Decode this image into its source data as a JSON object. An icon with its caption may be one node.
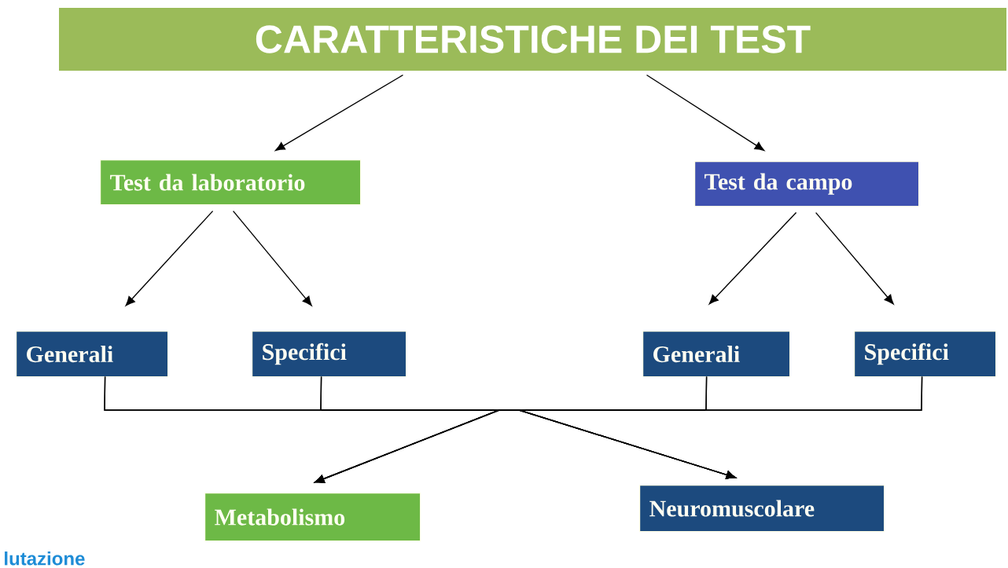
{
  "diagram": {
    "nodes": [
      {
        "text": [
          "CARATTERISTICHE DEI TEST"
        ]
      },
      {
        "text": [
          "Test da laboratorio"
        ]
      },
      {
        "text": [
          "Test da campo"
        ]
      },
      {
        "text": [
          "Generali"
        ]
      },
      {
        "text": [
          "Specifici"
        ]
      },
      {
        "text": [
          "Generali"
        ]
      },
      {
        "text": [
          "Specifici"
        ]
      },
      {
        "text": [
          "Metabolismo"
        ]
      },
      {
        "text": [
          "Neuromuscolare"
        ]
      }
    ],
    "edges": [
      {
        "from": 0,
        "to": 1,
        "arrow": "to"
      },
      {
        "from": 0,
        "to": 2,
        "arrow": "to"
      },
      {
        "from": 1,
        "to": 3,
        "arrow": "to"
      },
      {
        "from": 1,
        "to": 4,
        "arrow": "to"
      },
      {
        "from": 2,
        "to": 5,
        "arrow": "to"
      },
      {
        "from": 2,
        "to": 6,
        "arrow": "to"
      },
      {
        "from": 3,
        "to": 7,
        "arrow": "to"
      },
      {
        "from": 3,
        "to": 8,
        "arrow": "to"
      },
      {
        "from": 4,
        "to": 7,
        "arrow": "to"
      },
      {
        "from": 4,
        "to": 8,
        "arrow": "to"
      },
      {
        "from": 5,
        "to": 7,
        "arrow": "to"
      },
      {
        "from": 5,
        "to": 8,
        "arrow": "to"
      },
      {
        "from": 6,
        "to": 7,
        "arrow": "to"
      },
      {
        "from": 6,
        "to": 8,
        "arrow": "to"
      }
    ],
    "labels": [
      "lutazione"
    ]
  }
}
